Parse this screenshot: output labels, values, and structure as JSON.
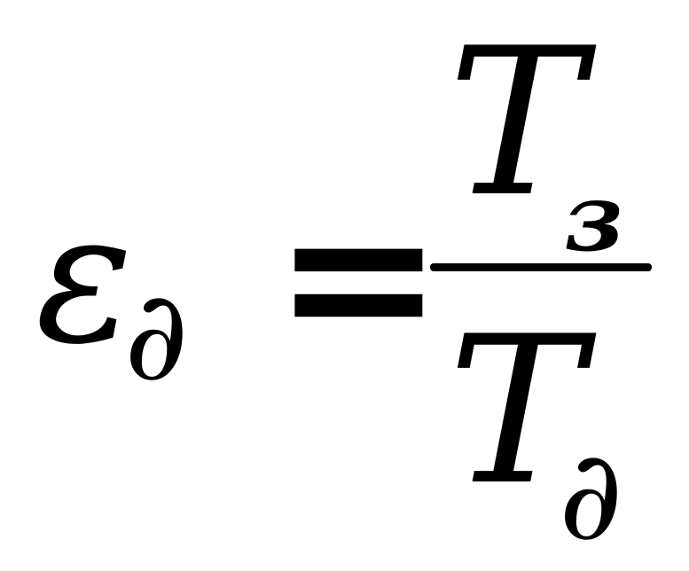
{
  "formula": {
    "lhs": {
      "symbol": "ε",
      "subscript": "∂"
    },
    "operator": "=",
    "fraction": {
      "numerator": {
        "symbol": "T",
        "subscript": "з"
      },
      "denominator": {
        "symbol": "T",
        "subscript": "∂"
      }
    }
  },
  "colors": {
    "ink": "#000000",
    "background": "#ffffff"
  }
}
